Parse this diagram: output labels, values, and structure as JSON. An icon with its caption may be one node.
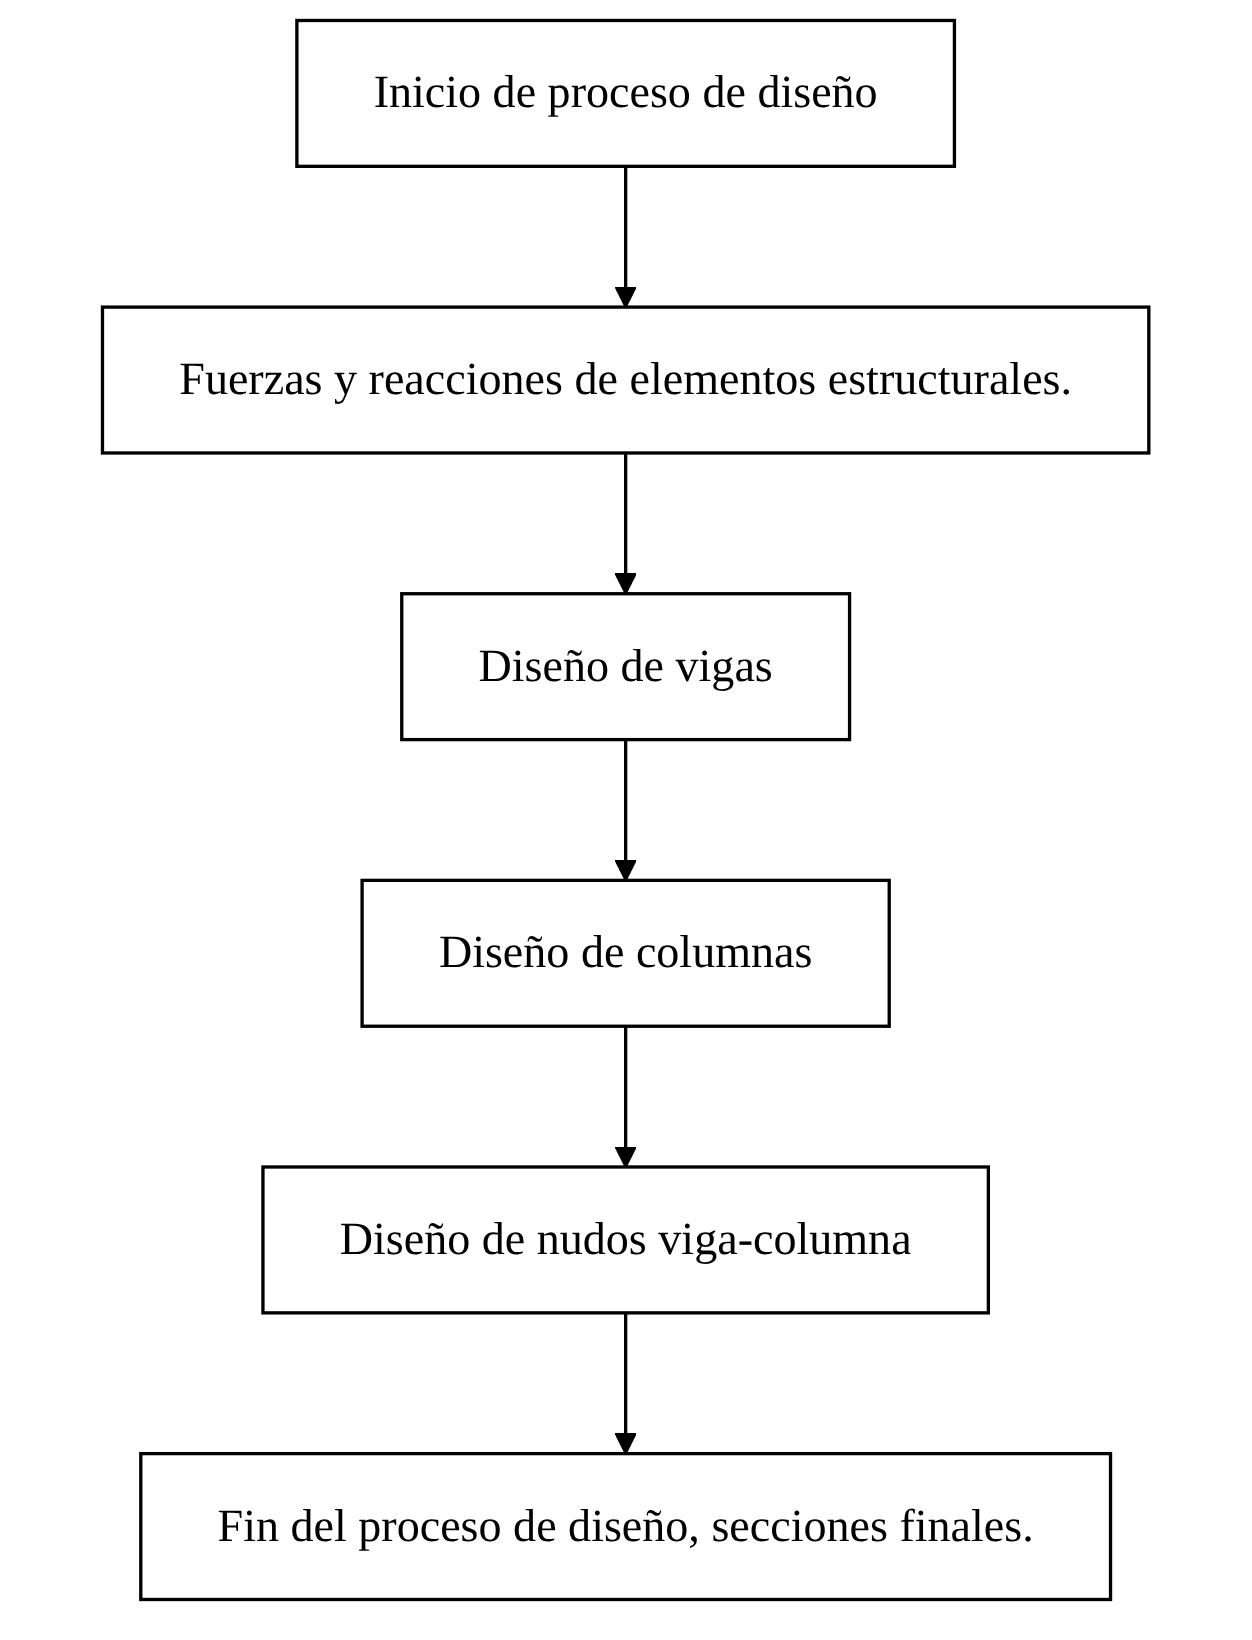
{
  "diagram": {
    "nodes": [
      {
        "text": [
          "Inicio de proceso de diseño"
        ]
      },
      {
        "text": [
          "Fuerzas y reacciones de elementos estructurales."
        ]
      },
      {
        "text": [
          "Diseño de vigas"
        ]
      },
      {
        "text": [
          "Diseño de columnas"
        ]
      },
      {
        "text": [
          "Diseño de nudos viga-columna"
        ]
      },
      {
        "text": [
          "Fin del proceso de diseño, secciones finales."
        ]
      }
    ],
    "edges": [
      {
        "from": 0,
        "to": 1,
        "arrow": "to"
      },
      {
        "from": 1,
        "to": 2,
        "arrow": "to"
      },
      {
        "from": 2,
        "to": 3,
        "arrow": "to"
      },
      {
        "from": 3,
        "to": 4,
        "arrow": "to"
      },
      {
        "from": 4,
        "to": 5,
        "arrow": "to"
      }
    ]
  }
}
